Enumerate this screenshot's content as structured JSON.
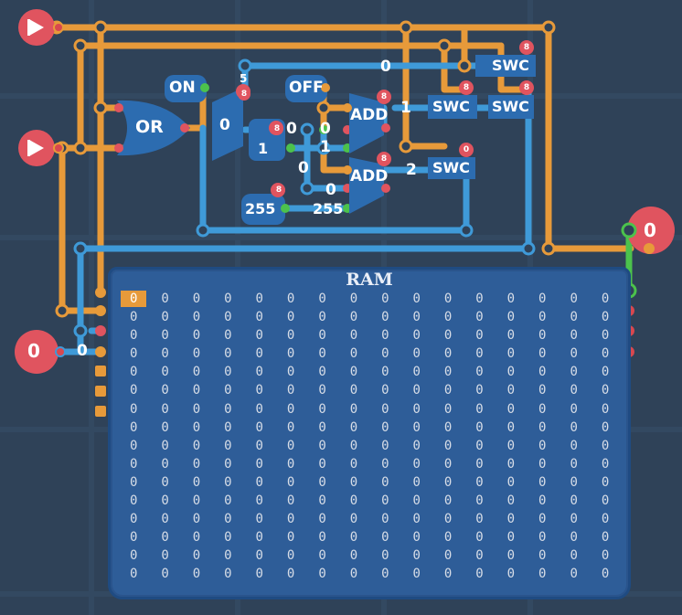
{
  "components": {
    "or_gate": {
      "label": "OR"
    },
    "on_const": {
      "label": "ON"
    },
    "off_const": {
      "label": "OFF"
    },
    "add_1": {
      "label": "ADD",
      "output": "1"
    },
    "add_2": {
      "label": "ADD",
      "output": "2"
    },
    "swc_1": {
      "label": "SWC"
    },
    "swc_2": {
      "label": "SWC"
    },
    "swc_3": {
      "label": "SWC"
    },
    "swc_4": {
      "label": "SWC"
    },
    "const_255": {
      "label": "255"
    },
    "const_1": {
      "label": "1"
    },
    "readout_255": {
      "label": "255"
    },
    "bit_badge": "8",
    "bit_badge_zero": "0",
    "output_value": "0",
    "input_value": "0",
    "input_wire_value": "0",
    "wire_values": {
      "top": "0",
      "mux_out": "0",
      "mid1": "0",
      "mid2": "0",
      "reg1": "1",
      "reg0": "0",
      "reg_bottom": "0",
      "reg_small": "5"
    }
  },
  "ram": {
    "title": "RAM",
    "selected_index": 0,
    "rows": [
      [
        "0",
        "0",
        "0",
        "0",
        "0",
        "0",
        "0",
        "0",
        "0",
        "0",
        "0",
        "0",
        "0",
        "0",
        "0",
        "0"
      ],
      [
        "0",
        "0",
        "0",
        "0",
        "0",
        "0",
        "0",
        "0",
        "0",
        "0",
        "0",
        "0",
        "0",
        "0",
        "0",
        "0"
      ],
      [
        "0",
        "0",
        "0",
        "0",
        "0",
        "0",
        "0",
        "0",
        "0",
        "0",
        "0",
        "0",
        "0",
        "0",
        "0",
        "0"
      ],
      [
        "0",
        "0",
        "0",
        "0",
        "0",
        "0",
        "0",
        "0",
        "0",
        "0",
        "0",
        "0",
        "0",
        "0",
        "0",
        "0"
      ],
      [
        "0",
        "0",
        "0",
        "0",
        "0",
        "0",
        "0",
        "0",
        "0",
        "0",
        "0",
        "0",
        "0",
        "0",
        "0",
        "0"
      ],
      [
        "0",
        "0",
        "0",
        "0",
        "0",
        "0",
        "0",
        "0",
        "0",
        "0",
        "0",
        "0",
        "0",
        "0",
        "0",
        "0"
      ],
      [
        "0",
        "0",
        "0",
        "0",
        "0",
        "0",
        "0",
        "0",
        "0",
        "0",
        "0",
        "0",
        "0",
        "0",
        "0",
        "0"
      ],
      [
        "0",
        "0",
        "0",
        "0",
        "0",
        "0",
        "0",
        "0",
        "0",
        "0",
        "0",
        "0",
        "0",
        "0",
        "0",
        "0"
      ],
      [
        "0",
        "0",
        "0",
        "0",
        "0",
        "0",
        "0",
        "0",
        "0",
        "0",
        "0",
        "0",
        "0",
        "0",
        "0",
        "0"
      ],
      [
        "0",
        "0",
        "0",
        "0",
        "0",
        "0",
        "0",
        "0",
        "0",
        "0",
        "0",
        "0",
        "0",
        "0",
        "0",
        "0"
      ],
      [
        "0",
        "0",
        "0",
        "0",
        "0",
        "0",
        "0",
        "0",
        "0",
        "0",
        "0",
        "0",
        "0",
        "0",
        "0",
        "0"
      ],
      [
        "0",
        "0",
        "0",
        "0",
        "0",
        "0",
        "0",
        "0",
        "0",
        "0",
        "0",
        "0",
        "0",
        "0",
        "0",
        "0"
      ],
      [
        "0",
        "0",
        "0",
        "0",
        "0",
        "0",
        "0",
        "0",
        "0",
        "0",
        "0",
        "0",
        "0",
        "0",
        "0",
        "0"
      ],
      [
        "0",
        "0",
        "0",
        "0",
        "0",
        "0",
        "0",
        "0",
        "0",
        "0",
        "0",
        "0",
        "0",
        "0",
        "0",
        "0"
      ],
      [
        "0",
        "0",
        "0",
        "0",
        "0",
        "0",
        "0",
        "0",
        "0",
        "0",
        "0",
        "0",
        "0",
        "0",
        "0",
        "0"
      ],
      [
        "0",
        "0",
        "0",
        "0",
        "0",
        "0",
        "0",
        "0",
        "0",
        "0",
        "0",
        "0",
        "0",
        "0",
        "0",
        "0"
      ]
    ]
  },
  "colors": {
    "background": "#2f4258",
    "wire_orange": "#e79a3a",
    "wire_blue": "#3f9ad8",
    "component_blue": "#2c6cb0",
    "pin_red": "#e0545f",
    "pin_green": "#4cc24c"
  }
}
